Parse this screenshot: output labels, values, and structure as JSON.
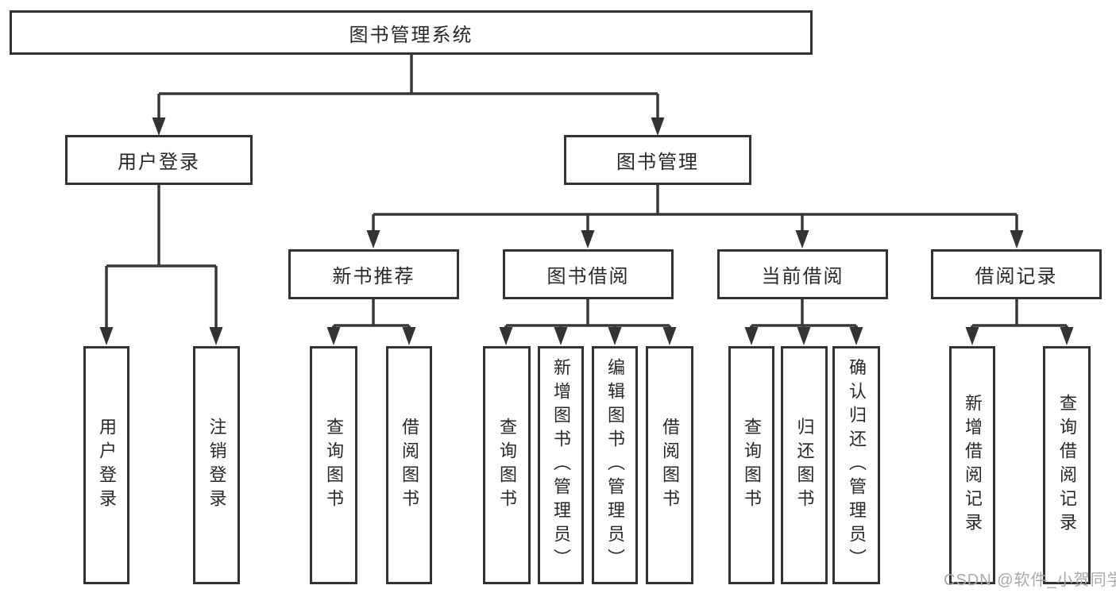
{
  "diagram": {
    "root": {
      "label": "图书管理系统"
    },
    "branches": {
      "user_login": {
        "label": "用户登录",
        "children": {
          "login": {
            "label": "用户登录"
          },
          "logout": {
            "label": "注销登录"
          }
        }
      },
      "book_mgmt": {
        "label": "图书管理",
        "sections": {
          "new_book": {
            "label": "新书推荐",
            "children": {
              "query": {
                "label": "查询图书"
              },
              "borrow": {
                "label": "借阅图书"
              }
            }
          },
          "borrowing": {
            "label": "图书借阅",
            "children": {
              "query": {
                "label": "查询图书"
              },
              "add": {
                "label": "新增图书（管理员）"
              },
              "edit": {
                "label": "编辑图书（管理员）"
              },
              "borrow": {
                "label": "借阅图书"
              }
            }
          },
          "current": {
            "label": "当前借阅",
            "children": {
              "query": {
                "label": "查询图书"
              },
              "return": {
                "label": "归还图书"
              },
              "confirm": {
                "label": "确认归还（管理员）"
              }
            }
          },
          "records": {
            "label": "借阅记录",
            "children": {
              "add": {
                "label": "新增借阅记录"
              },
              "query": {
                "label": "查询借阅记录"
              }
            }
          }
        }
      }
    }
  },
  "watermark": {
    "text": "CSDN @软件_小贺同学"
  },
  "colors": {
    "background": "#ffffff",
    "line": "#383838",
    "box_border": "#333333",
    "text": "#26282b",
    "watermark": "#a8a8a8"
  }
}
